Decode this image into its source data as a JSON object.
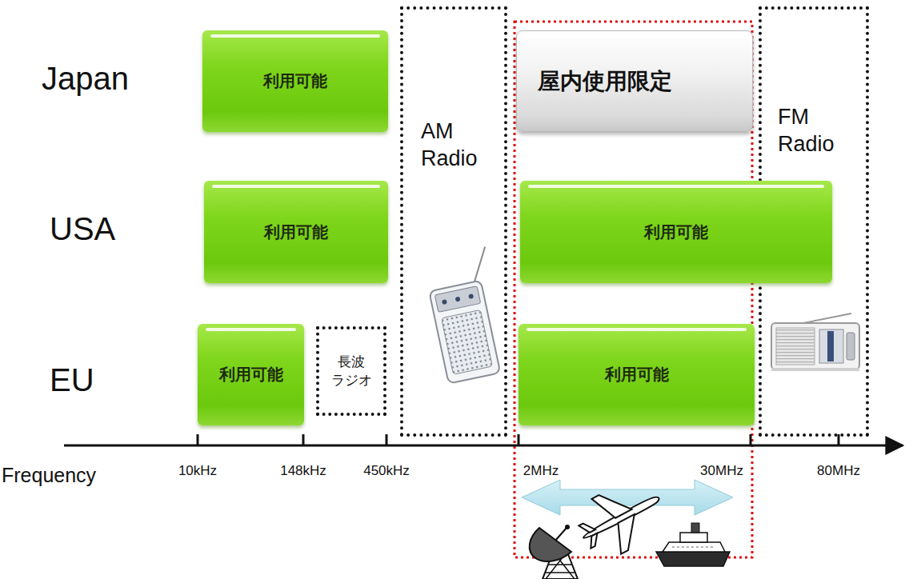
{
  "diagram": {
    "nodes": [
      {
        "text": [
          "利用可能"
        ]
      },
      {
        "text": [
          "AM Radio"
        ]
      },
      {
        "text": [
          "屋内使用限定"
        ]
      },
      {
        "text": [
          "FM Radio"
        ]
      },
      {
        "text": [
          "利用可能"
        ]
      },
      {
        "text": [
          "利用可能"
        ]
      },
      {
        "text": [
          "利用可能"
        ]
      },
      {
        "text": [
          "長波 ラジオ"
        ]
      },
      {
        "text": [
          "利用可能"
        ]
      }
    ],
    "edges": [],
    "labels": [
      "Japan",
      "USA",
      "EU",
      "Frequency",
      "10kHz",
      "148kHz",
      "450kHz",
      "2MHz",
      "30MHz",
      "80MHz"
    ]
  }
}
